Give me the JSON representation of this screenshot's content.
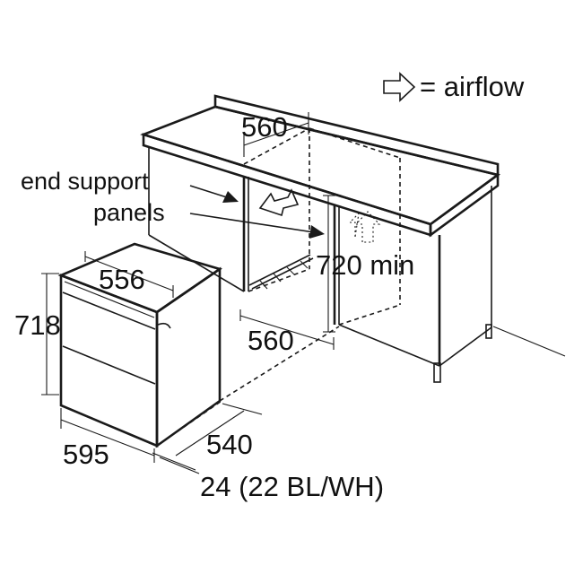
{
  "legend": {
    "airflow": "= airflow"
  },
  "callouts": {
    "line1": "end support",
    "line2": "panels"
  },
  "dimensions": {
    "cabinet_top_width": "560",
    "cabinet_bottom_width": "560",
    "min_height": "720 min",
    "oven_inner_width": "556",
    "oven_height": "718",
    "oven_width": "595",
    "oven_depth": "540",
    "frame_offset": "24 (22 BL/WH)"
  },
  "colors": {
    "ink": "#1a1a1a",
    "background": "#ffffff"
  },
  "icons": [
    "airflow-arrow-icon",
    "dimension-arrow-icon",
    "callout-arrow-icon"
  ]
}
